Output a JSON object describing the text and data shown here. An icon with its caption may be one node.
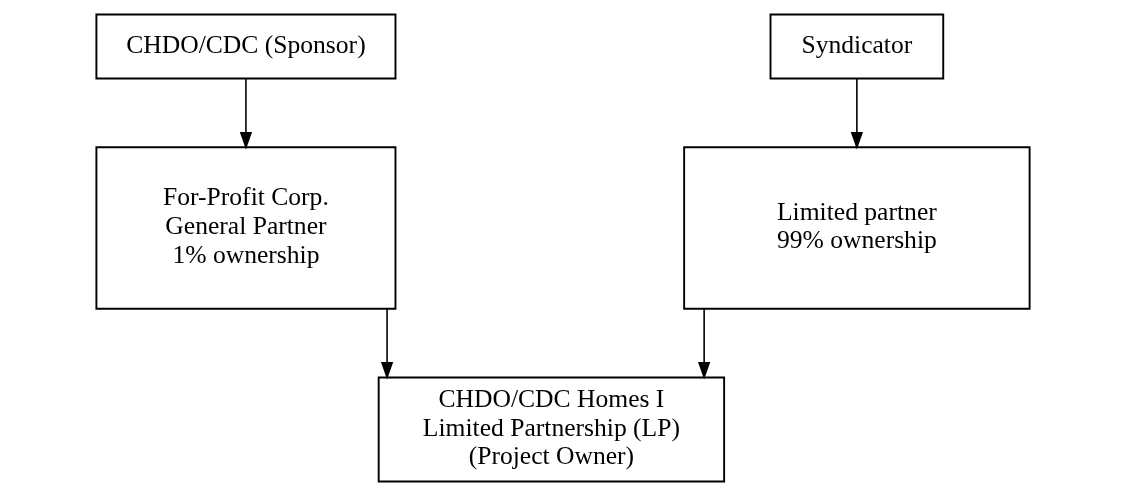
{
  "diagram": {
    "nodes": [
      {
        "text": [
          "CHDO/CDC (Sponsor)"
        ]
      },
      {
        "text": [
          "Syndicator"
        ]
      },
      {
        "text": [
          "For-Profit Corp.",
          "General Partner",
          "1% ownership"
        ]
      },
      {
        "text": [
          "Limited partner",
          "99% ownership"
        ]
      },
      {
        "text": [
          "CHDO/CDC Homes I",
          "Limited Partnership (LP)",
          "(Project Owner)"
        ]
      }
    ],
    "edges": [
      {
        "from": 0,
        "to": 2,
        "arrow": "to"
      },
      {
        "from": 1,
        "to": 3,
        "arrow": "to"
      },
      {
        "from": 2,
        "to": 4,
        "arrow": "to"
      },
      {
        "from": 3,
        "to": 4,
        "arrow": "to"
      }
    ]
  }
}
